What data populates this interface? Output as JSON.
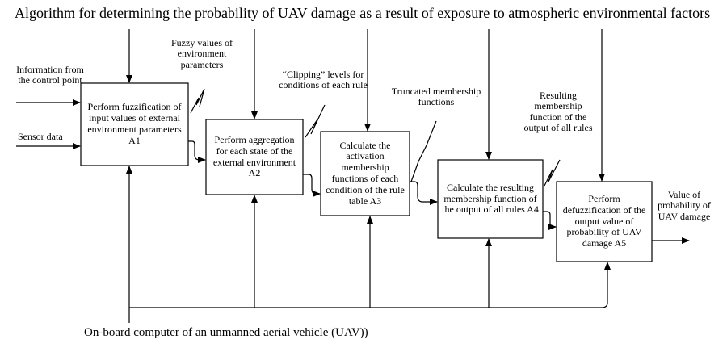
{
  "diagram": {
    "title": "Algorithm for determining the probability of UAV damage as a result of exposure to atmospheric environmental factors",
    "mechanism": "On-board computer of an unmanned aerial vehicle (UAV))",
    "inputs": {
      "control_point": "Information from the control point",
      "sensor": "Sensor data"
    },
    "output": "Value of probability of UAV damage",
    "blocks": [
      {
        "id": "A1",
        "text": "Perform fuzzification of input values of external environment parameters A1"
      },
      {
        "id": "A2",
        "text": "Perform aggregation for each state of the external environment A2"
      },
      {
        "id": "A3",
        "text": "Calculate the activation membership functions of each condition of the rule table A3"
      },
      {
        "id": "A4",
        "text": "Calculate the resulting membership function of the output of all rules A4"
      },
      {
        "id": "A5",
        "text": "Perform defuzzification of the output value of probability of UAV damage A5"
      }
    ],
    "flows": [
      {
        "text": "Fuzzy values of environment parameters"
      },
      {
        "text": "“Clipping” levels for conditions of each rule"
      },
      {
        "text": "Truncated membership functions"
      },
      {
        "text": "Resulting membership function of the output of all rules"
      }
    ]
  }
}
